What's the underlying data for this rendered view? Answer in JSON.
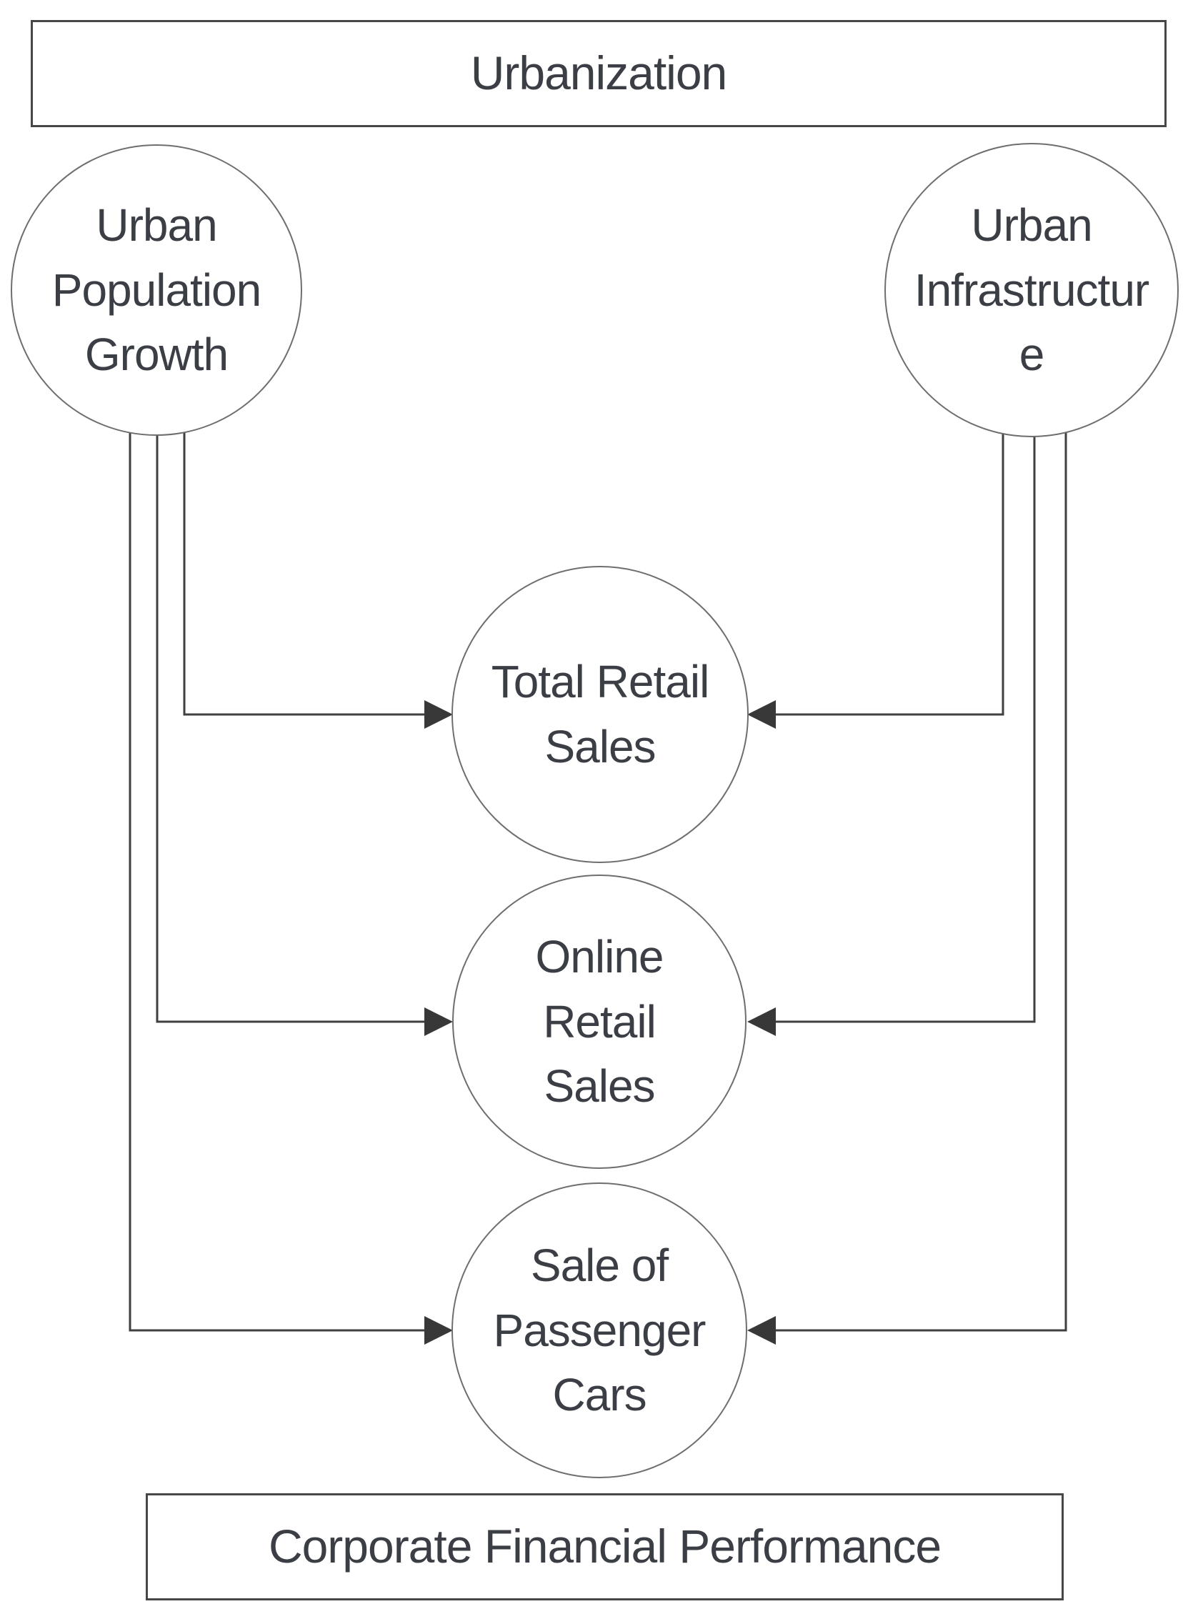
{
  "diagram": {
    "type": "conceptual-model-flowchart",
    "top_box": {
      "label": "Urbanization"
    },
    "bottom_box": {
      "label": "Corporate Financial Performance"
    },
    "circles": [
      {
        "id": "urban-population-growth",
        "label": "Urban\nPopulation\nGrowth"
      },
      {
        "id": "urban-infrastructure",
        "label": "Urban\nInfrastructur\ne"
      },
      {
        "id": "total-retail-sales",
        "label": "Total Retail\nSales"
      },
      {
        "id": "online-retail-sales",
        "label": "Online\nRetail\nSales"
      },
      {
        "id": "sale-of-passenger-cars",
        "label": "Sale of\nPassenger\nCars"
      }
    ],
    "edges": [
      {
        "from": "urban-population-growth",
        "to": "total-retail-sales"
      },
      {
        "from": "urban-population-growth",
        "to": "online-retail-sales"
      },
      {
        "from": "urban-population-growth",
        "to": "sale-of-passenger-cars"
      },
      {
        "from": "urban-infrastructure",
        "to": "total-retail-sales"
      },
      {
        "from": "urban-infrastructure",
        "to": "online-retail-sales"
      },
      {
        "from": "urban-infrastructure",
        "to": "sale-of-passenger-cars"
      }
    ],
    "colors": {
      "background": "#ffffff",
      "box_border": "#474747",
      "circle_border": "#6e6e6e",
      "line": "#3f3f3f",
      "arrowhead": "#383838",
      "text": "#3b3e45"
    }
  }
}
